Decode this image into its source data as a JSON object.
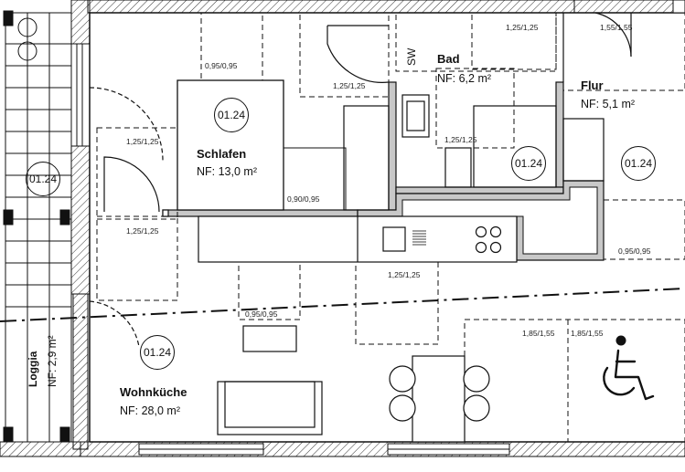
{
  "room_tag": "01.24",
  "rooms": {
    "schlafen": {
      "name": "Schlafen",
      "area": "NF: 13,0 m²"
    },
    "bad": {
      "name": "Bad",
      "area": "NF: 6,2 m²"
    },
    "flur": {
      "name": "Flur",
      "area": "NF: 5,1 m²"
    },
    "wohnkueche": {
      "name": "Wohnküche",
      "area": "NF:  28,0 m²"
    },
    "loggia": {
      "name": "Loggia",
      "area": "NF: 2,9 m²"
    }
  },
  "sw_label": "SW",
  "dims": {
    "d095_top": "0,95/0,95",
    "d125_bad_left": "1,25/1,25",
    "d125_top_right": "1,25/1,25",
    "d155_top": "1,55/1,55",
    "d125_bad_mid": "1,25/1,25",
    "d125_left_upper": "1,25/1,25",
    "d090": "0,90/0,95",
    "d125_left_lower": "1,25/1,25",
    "d095_kitchen_right": "0,95/0,95",
    "d125_kitchen": "1,25/1,25",
    "d095_lower": "0,95/0,95",
    "d185": "1,85/1,55",
    "d185b": "1,85/1,55"
  }
}
